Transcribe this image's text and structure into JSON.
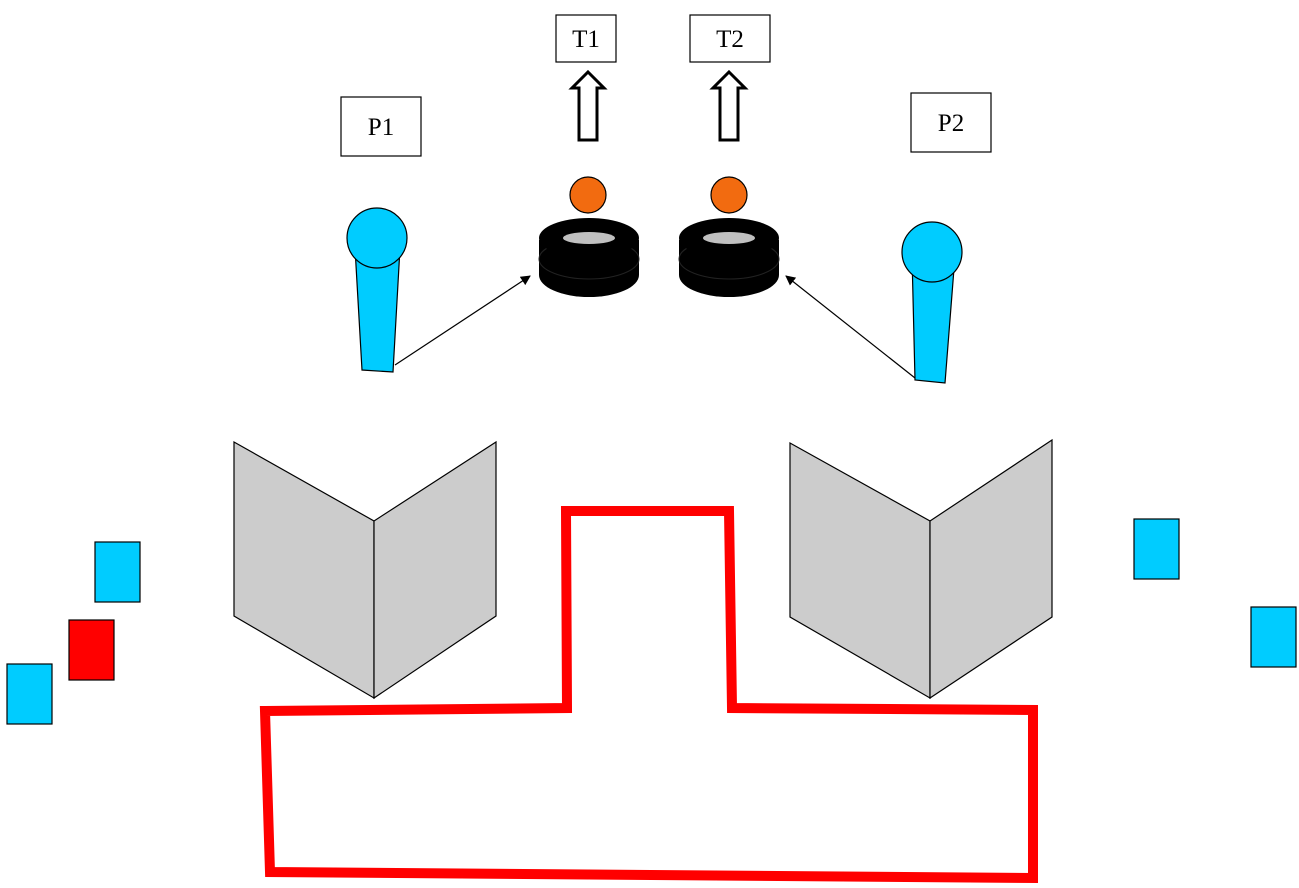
{
  "labels": {
    "p1": "P1",
    "p2": "P2",
    "t1": "T1",
    "t2": "T2"
  },
  "colors": {
    "player": "#00CCFF",
    "ball": "#F26B10",
    "tire": "#000000",
    "tire_hole": "#C0C0C0",
    "panel": "#CCCCCC",
    "zone_outline": "#FF0000",
    "marker_blue": "#00CCFF",
    "marker_red": "#FF0000"
  }
}
